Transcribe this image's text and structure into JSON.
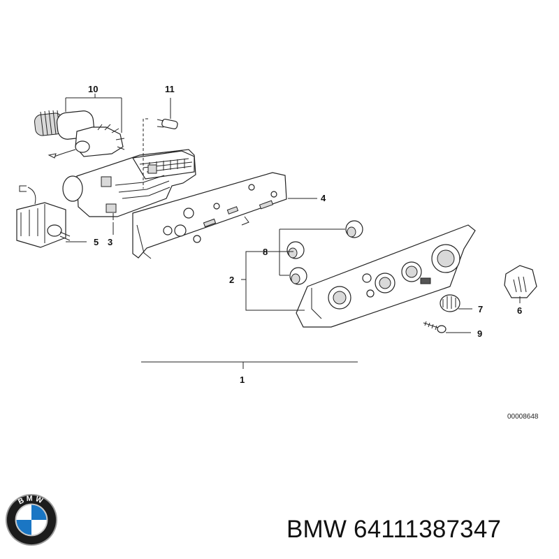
{
  "diagram": {
    "callouts": [
      "10",
      "11",
      "4",
      "5",
      "3",
      "8",
      "2",
      "7",
      "6",
      "9",
      "1"
    ],
    "drawing_number": "00008648"
  },
  "logo": {
    "brand_letters": "BMW"
  },
  "caption": "BMW 64111387347"
}
